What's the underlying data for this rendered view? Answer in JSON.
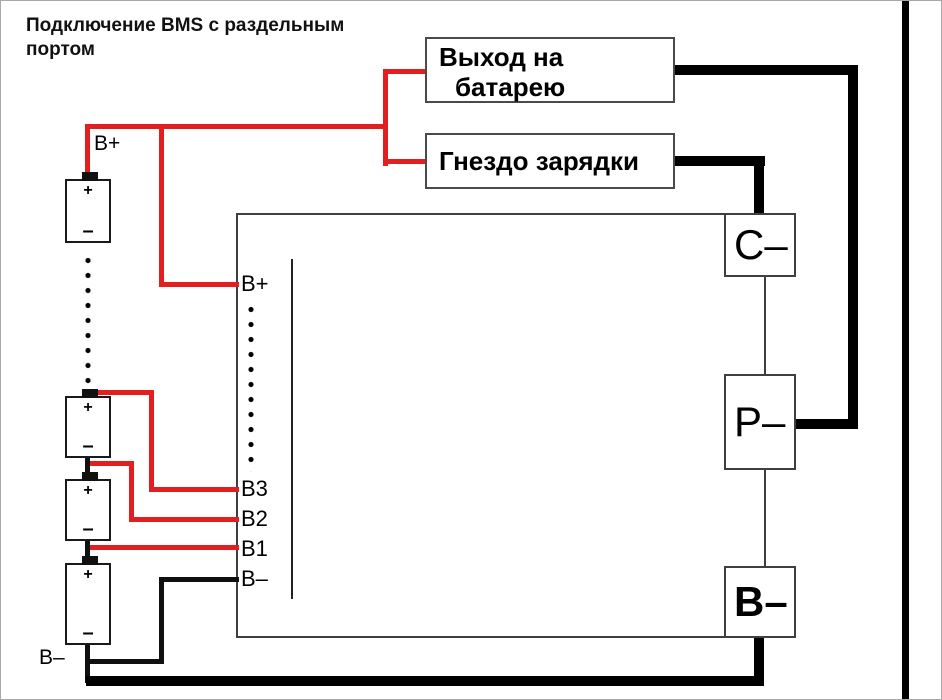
{
  "title": "Подключение BMS с раздельным портом",
  "boxes": {
    "battery_output_line1": "Выход на",
    "battery_output_line2": "батарею",
    "charge_socket": "Гнездо зарядки"
  },
  "bms_pins": {
    "bplus": "B+",
    "b3": "B3",
    "b2": "B2",
    "b1": "B1",
    "bminus": "B–"
  },
  "terminals": {
    "c_minus": "C–",
    "p_minus": "P–",
    "b_minus": "B–"
  },
  "external_labels": {
    "b_plus": "B+",
    "b_minus": "B–"
  },
  "battery": {
    "plus": "+",
    "minus": "–"
  },
  "colors": {
    "positive_wire": "#e31e1e",
    "negative_wire": "#000000"
  }
}
